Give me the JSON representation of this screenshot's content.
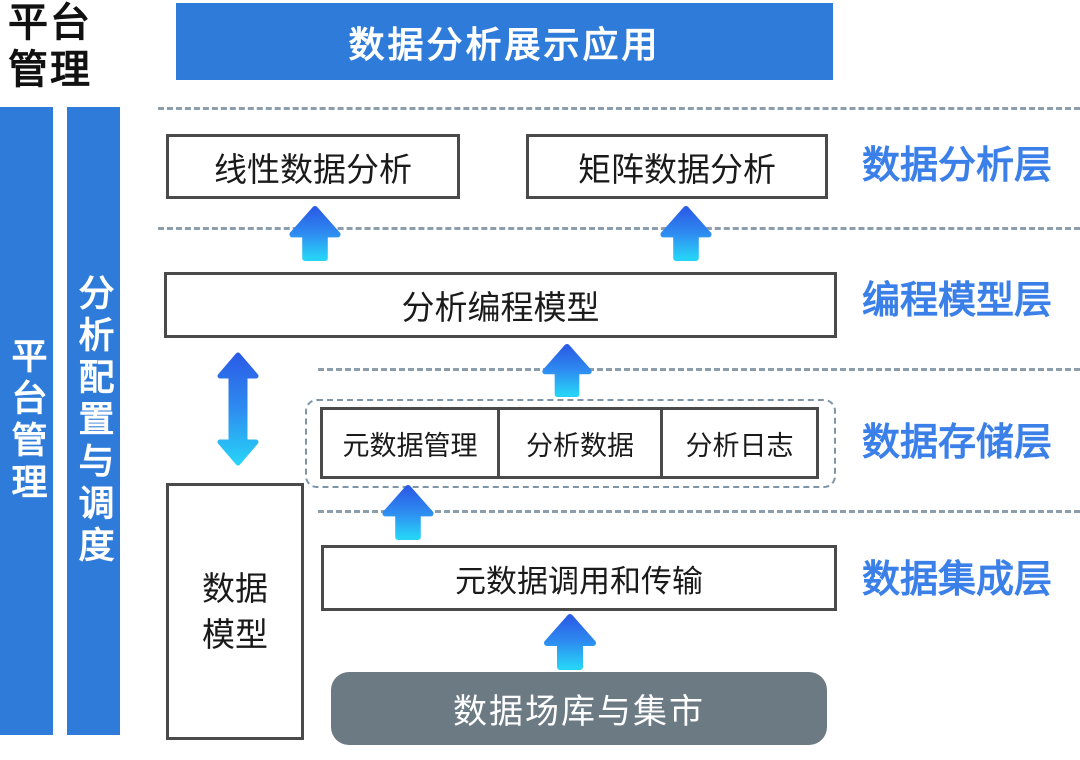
{
  "corner": {
    "line1": "平台",
    "line2": "管理"
  },
  "banner": {
    "label": "数据分析展示应用"
  },
  "sidebars": [
    {
      "label": "平台管理"
    },
    {
      "label": "分析配置与调度"
    }
  ],
  "layers": [
    {
      "name": "数据分析层",
      "boxes": [
        "线性数据分析",
        "矩阵数据分析"
      ]
    },
    {
      "name": "编程模型层",
      "boxes": [
        "分析编程模型"
      ]
    },
    {
      "name": "数据存储层",
      "cells": [
        "元数据管理",
        "分析数据",
        "分析日志"
      ]
    },
    {
      "name": "数据集成层",
      "boxes": [
        "元数据调用和传输"
      ]
    }
  ],
  "data_model": {
    "line1": "数据",
    "line2": "模型"
  },
  "source": {
    "label": "数据场库与集市"
  },
  "colors": {
    "primary_blue": "#2F7BD9",
    "label_blue": "#3B7FE8",
    "slate_gray": "#6C7A84",
    "box_border": "#4A4A4A",
    "dashed_line": "#8C9DAB",
    "arrow_gradient_top": "#2A5CE6",
    "arrow_gradient_bottom": "#27D2F7"
  }
}
